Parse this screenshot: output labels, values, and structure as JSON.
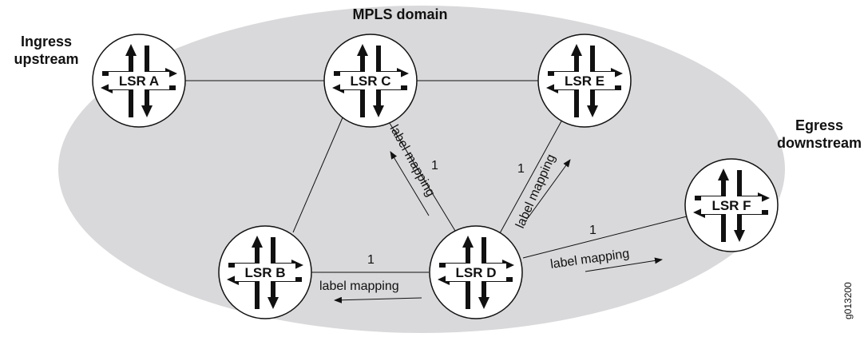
{
  "domain_label": "MPLS domain",
  "ingress": {
    "line1": "Ingress",
    "line2": "upstream"
  },
  "egress": {
    "line1": "Egress",
    "line2": "downstream"
  },
  "routers": [
    {
      "id": "a",
      "label": "LSR A"
    },
    {
      "id": "b",
      "label": "LSR B"
    },
    {
      "id": "c",
      "label": "LSR C"
    },
    {
      "id": "d",
      "label": "LSR D"
    },
    {
      "id": "e",
      "label": "LSR E"
    },
    {
      "id": "f",
      "label": "LSR F"
    }
  ],
  "messages": [
    {
      "id": "d-to-c",
      "label": "label mapping",
      "number": "1"
    },
    {
      "id": "d-to-e",
      "label": "label mapping",
      "number": "1"
    },
    {
      "id": "d-to-b",
      "label": "label mapping",
      "number": "1"
    },
    {
      "id": "f-to-d",
      "label": "label mapping",
      "number": "1"
    }
  ],
  "figure_id": "g013200",
  "colors": {
    "domain_fill": "#d9d9db",
    "router_fill": "#ffffff",
    "ink": "#111111"
  }
}
